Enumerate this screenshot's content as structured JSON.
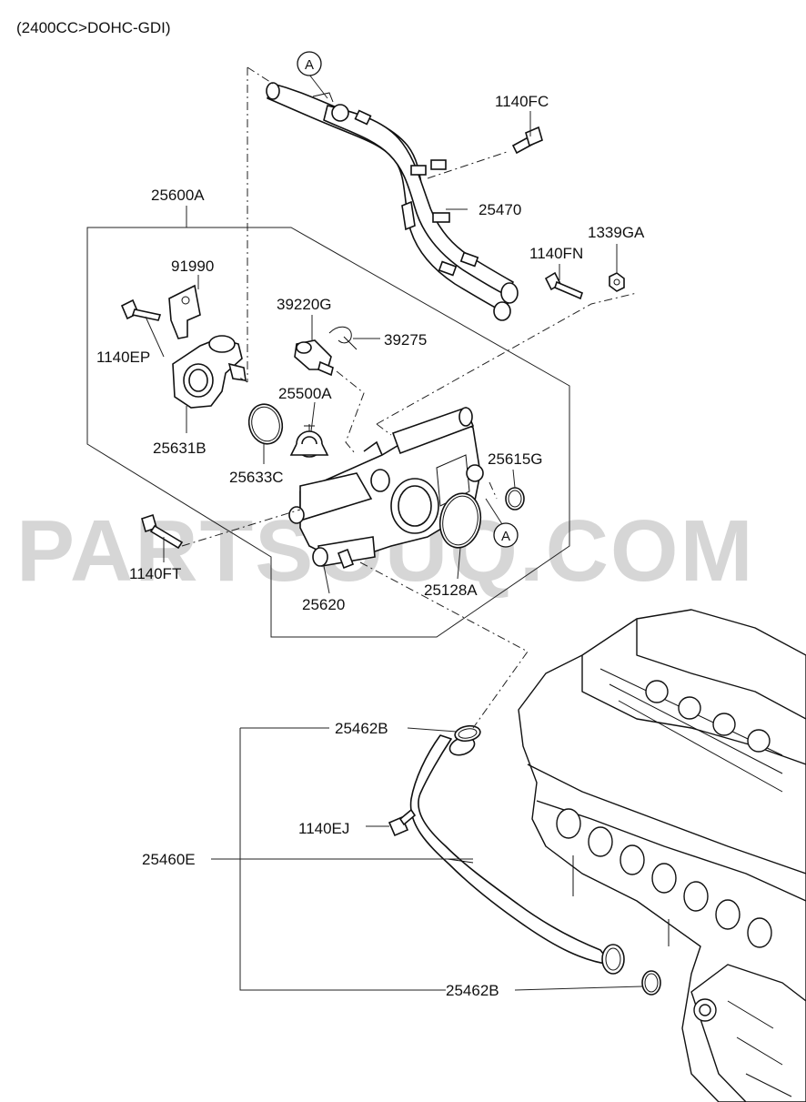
{
  "header": {
    "engine_spec": "(2400CC>DOHC-GDI)"
  },
  "watermark": "PARTSOUQ.COM",
  "callouts": {
    "a_top": "A",
    "a_right": "A"
  },
  "labels": {
    "p_1140FC": "1140FC",
    "p_25470": "25470",
    "p_1339GA": "1339GA",
    "p_1140FN": "1140FN",
    "p_25600A": "25600A",
    "p_91990": "91990",
    "p_1140EP": "1140EP",
    "p_39220G": "39220G",
    "p_39275": "39275",
    "p_25500A": "25500A",
    "p_25631B": "25631B",
    "p_25633C": "25633C",
    "p_25615G": "25615G",
    "p_1140FT": "1140FT",
    "p_25620": "25620",
    "p_25128A": "25128A",
    "p_25462B_top": "25462B",
    "p_1140EJ": "1140EJ",
    "p_25460E": "25460E",
    "p_25462B_bottom": "25462B"
  }
}
